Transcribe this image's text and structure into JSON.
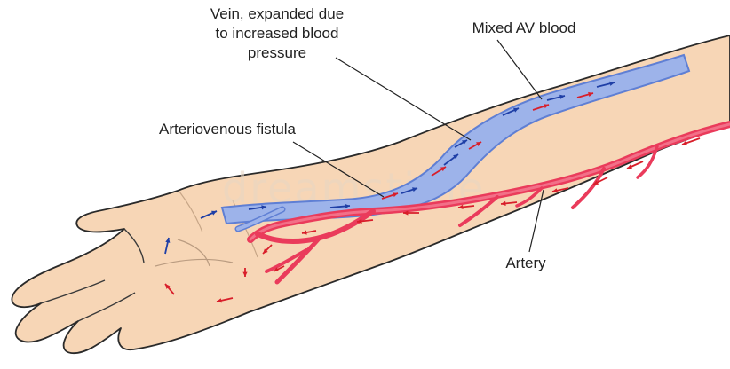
{
  "labels": {
    "vein_line1": "Vein, expanded due",
    "vein_line2": "to increased blood",
    "vein_line3": "pressure",
    "mixed": "Mixed AV blood",
    "fistula": "Arteriovenous fistula",
    "artery": "Artery"
  },
  "watermark": "dreamstime",
  "colors": {
    "skin": "#f7d6b6",
    "skin_outline": "#2a2a2a",
    "vein_fill": "#9db3ea",
    "vein_edge": "#5f7fd4",
    "artery": "#ea3b5b",
    "arrow_blue": "#1f3fa6",
    "arrow_red": "#d81e2a"
  }
}
